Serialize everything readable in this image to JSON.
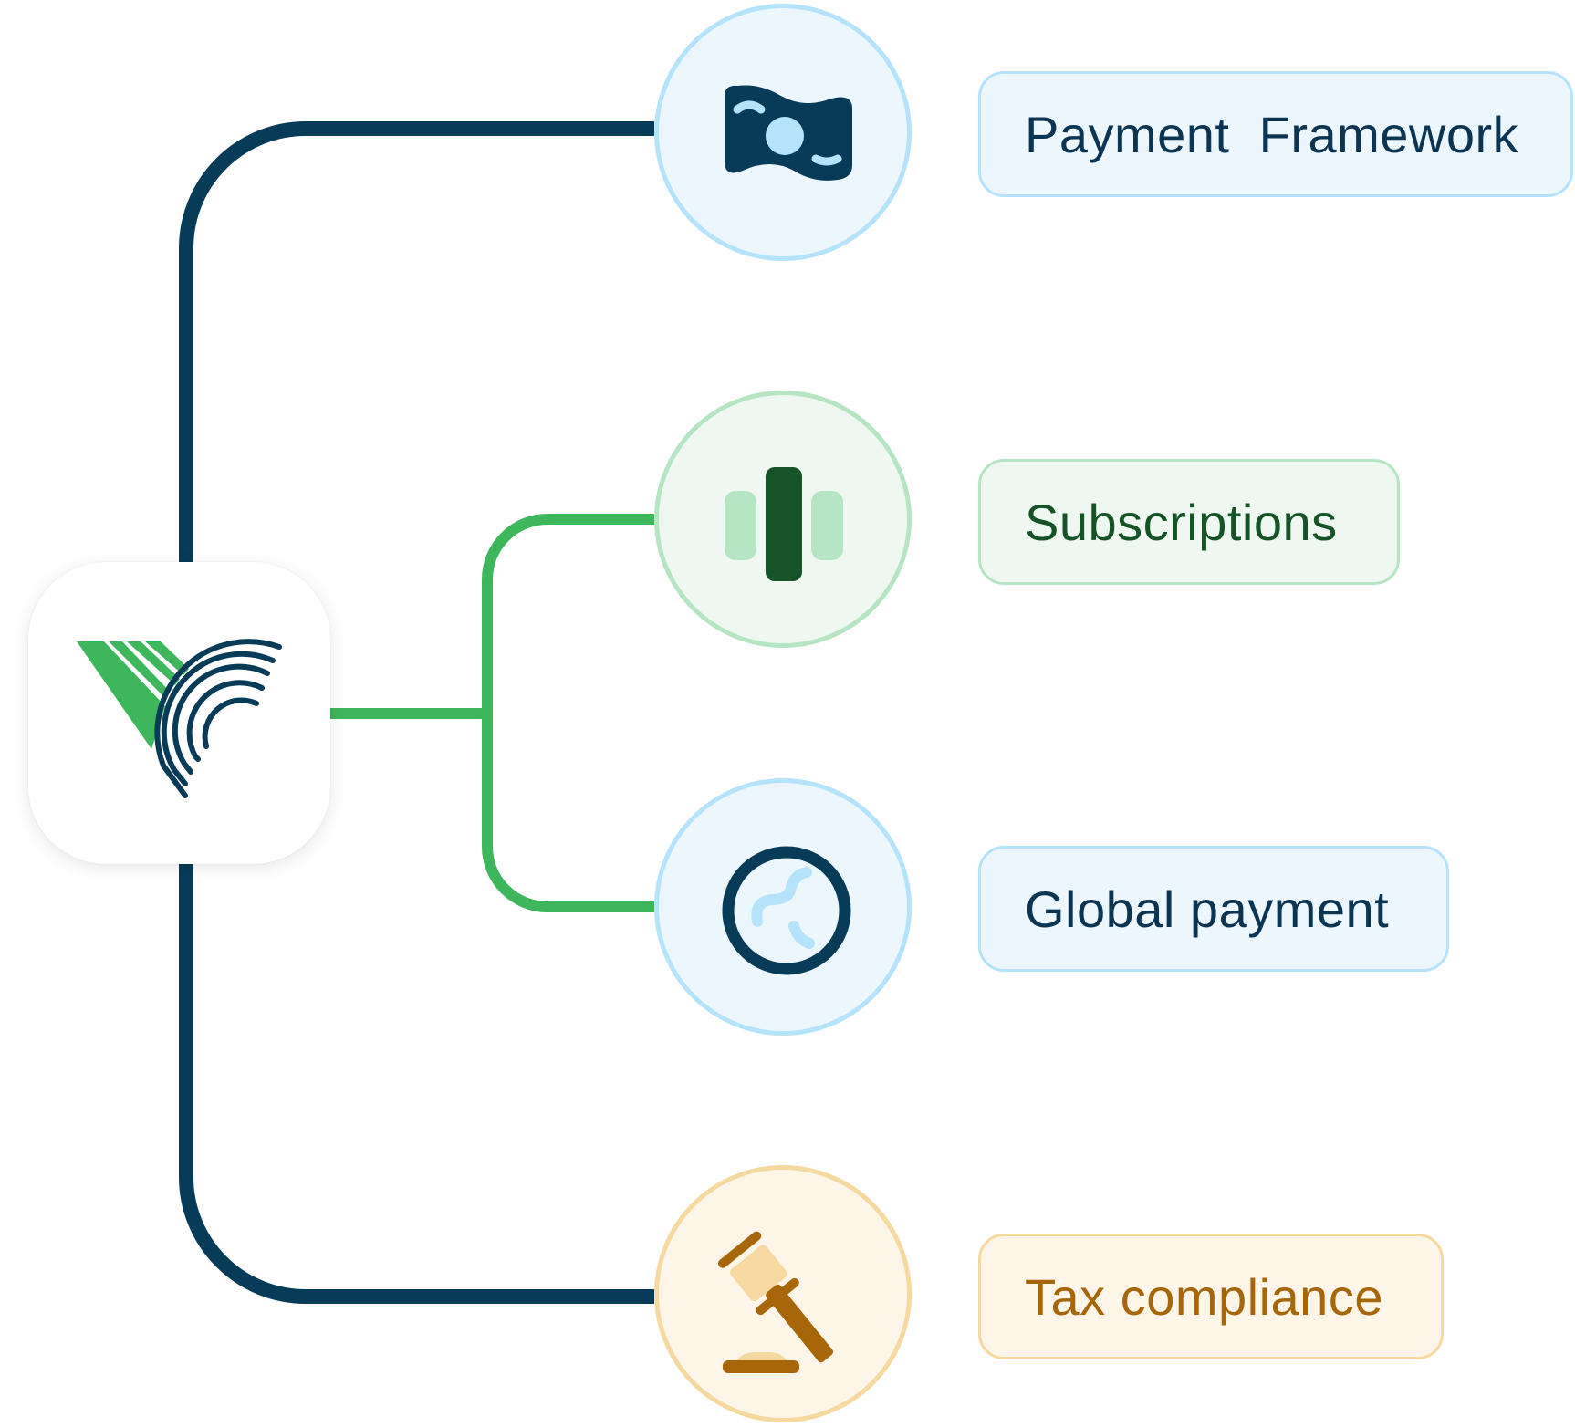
{
  "logo": {
    "icon": "logo-icon"
  },
  "features": [
    {
      "label": "Payment  Framework",
      "icon": "money-icon",
      "theme": "blue"
    },
    {
      "label": "Subscriptions",
      "icon": "bars-icon",
      "theme": "green"
    },
    {
      "label": "Global payment",
      "icon": "globe-icon",
      "theme": "blue"
    },
    {
      "label": "Tax compliance",
      "icon": "gavel-icon",
      "theme": "gold"
    }
  ],
  "colors": {
    "navy": "#073b58",
    "green": "#3eb65c",
    "dark_green": "#165327",
    "light_blue": "#b5e3fb",
    "light_green": "#b6e5c4",
    "gold": "#a7660a",
    "light_gold": "#f5d9a1"
  }
}
